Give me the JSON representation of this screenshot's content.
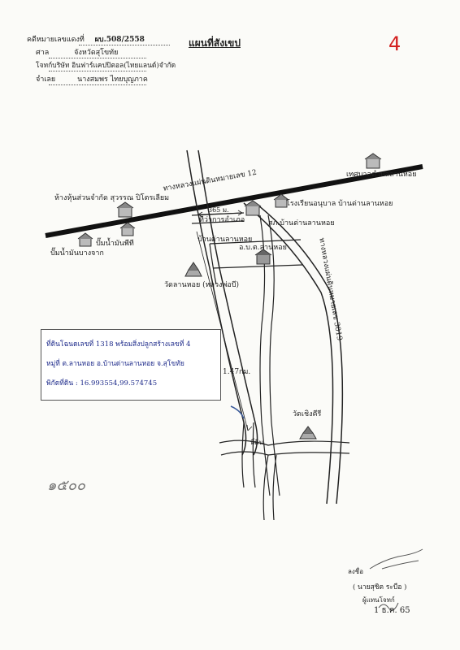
{
  "header": {
    "case_label": "คดีหมายเลขแดงที่",
    "case_no": "ผบ.508/2558",
    "court_label": "ศาล",
    "court_value": "จังหวัดสุโขทัย",
    "plaintiff_label": "โจทก์",
    "plaintiff_value": "บริษัท อินฟาร์แคปปิตอล(ไทยแลนด์)จำกัด",
    "defendant_label": "จำเลย",
    "defendant_value": "นางสมพร ไทยบุญภาค"
  },
  "title": "แผนที่สังเขป",
  "corner_mark": "4",
  "map_labels": {
    "company": "ห้างหุ้นส่วนจำกัด สุวรรณ ปิโตรเลียม",
    "highway12": "ทางหลวงแผ่นดินหมายเลข 12",
    "distance": "365 ม.",
    "district_office": "ที่ว่าการอำเภอ",
    "municipality": "เทศบาลตำบลลานหอย",
    "kindergarten": "โรงเรียนอนุบาล บ้านด่านลานหอย",
    "police": "สภ.บ้านด่านลานหอย",
    "gas1": "ปั๊มน้ำมันพีที",
    "gas2": "ปั๊มน้ำมันบางจาก",
    "village": "บ้านด่านลานหอย",
    "school": "อ.บ.ต.ลานหอย",
    "temple1": "วัดลานหอย (หลวงพ่อบี)",
    "highway3019": "ทางหลวงแผ่นดินหมายเลข 3019",
    "dist2": "1.47กม.",
    "temple2": "วัดเชิงคีรี",
    "plot_mark": "ที่ดิน"
  },
  "info": {
    "line1": "ที่ดินโฉนดเลขที่   1318 พร้อมสิ่งปลูกสร้างเลขที่ 4",
    "line2": "หมู่ที่  ต.ลานหอย   อ.บ้านด่านลานหอย   จ.สุโขทัย",
    "line3": "พิกัดที่ดิน : 16.993554,99.574745"
  },
  "handwritten": "๑๕๐๐",
  "signature": {
    "sign_label": "ลงชื่อ",
    "name": "( นายสุชิต  ระบือ )",
    "role": "ผู้แทนโจทก์",
    "date": "1 ธ.ค. 65"
  },
  "colors": {
    "ink": "#222222",
    "blue_ink": "#1d2a8a",
    "red_mark": "#d32020"
  }
}
